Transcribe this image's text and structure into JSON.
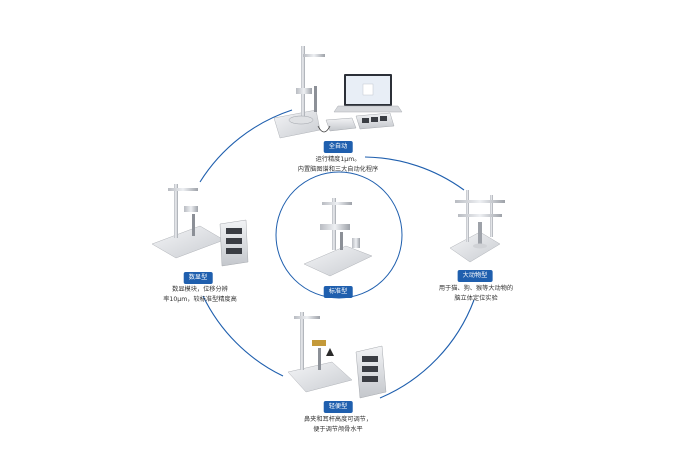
{
  "colors": {
    "ring": "#1f5fae",
    "badge_bg": "#1f5fae",
    "badge_text": "#ffffff",
    "text": "#333333"
  },
  "center": {
    "label": "标准型"
  },
  "nodes": [
    {
      "id": "auto",
      "label": "全自动",
      "lines": [
        "运行精度1μm。",
        "内置脑图谱和三大自动化程序"
      ]
    },
    {
      "id": "large",
      "label": "大动物型",
      "lines": [
        "用于猫、狗、猴等大动物的",
        "脑立体定位实验"
      ]
    },
    {
      "id": "light",
      "label": "轻便型",
      "lines": [
        "鼻夹和耳杆高度可调节，",
        "便于调节颅骨水平"
      ]
    },
    {
      "id": "digit",
      "label": "数显型",
      "lines": [
        "数显模块，位移分辨",
        "率10μm，较标准型精度高"
      ]
    }
  ]
}
